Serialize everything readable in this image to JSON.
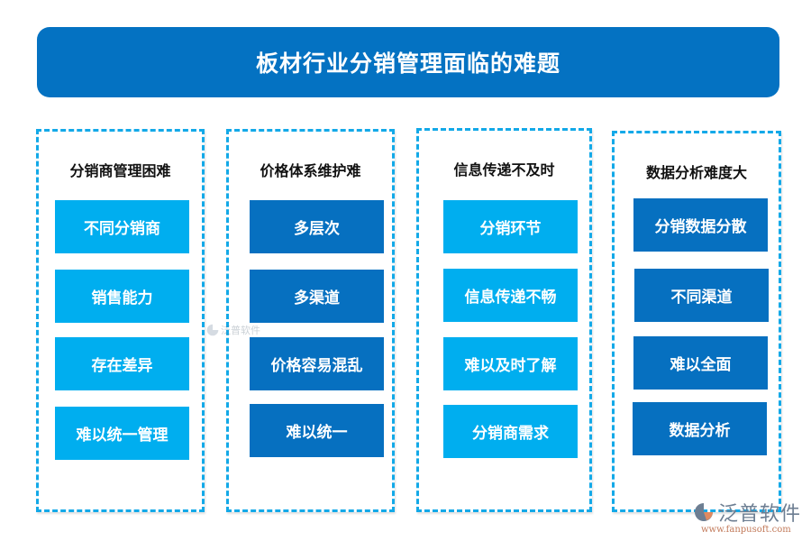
{
  "title": "板材行业分销管理面临的难题",
  "colors": {
    "banner": "#0472c2",
    "light_box": "#00aeef",
    "dark_box": "#0670c0",
    "dashed_border": "#13a9e8"
  },
  "panels": [
    {
      "title": "分销商管理困难",
      "style": "light",
      "items": [
        "不同分销商",
        "销售能力",
        "存在差异",
        "难以统一管理"
      ]
    },
    {
      "title": "价格体系维护难",
      "style": "dark",
      "items": [
        "多层次",
        "多渠道",
        "价格容易混乱",
        "难以统一"
      ]
    },
    {
      "title": "信息传递不及时",
      "style": "light",
      "items": [
        "分销环节",
        "信息传递不畅",
        "难以及时了解",
        "分销商需求"
      ]
    },
    {
      "title": "数据分析难度大",
      "style": "dark",
      "items": [
        "分销数据分散",
        "不同渠道",
        "难以全面",
        "数据分析"
      ]
    }
  ],
  "watermark": {
    "name": "泛普软件",
    "url": "www.fanpusoft.com"
  }
}
